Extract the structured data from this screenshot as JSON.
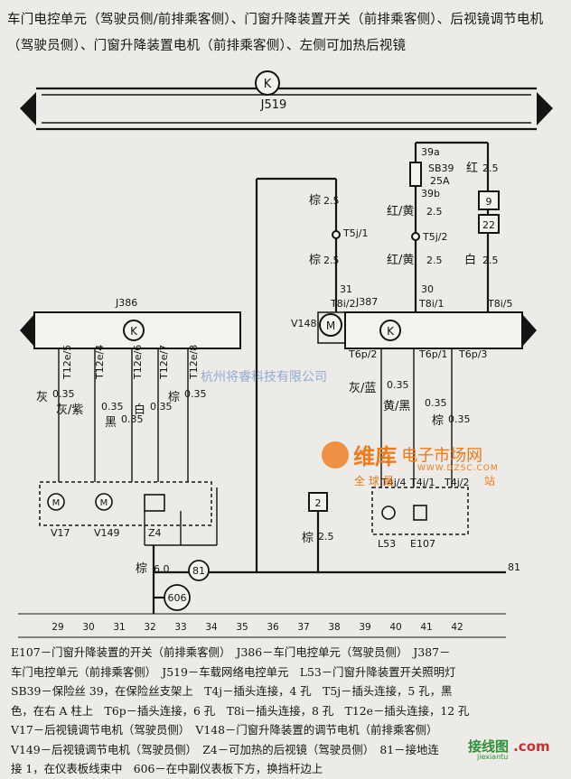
{
  "title": "车门电控单元（驾驶员侧/前排乘客侧）、门窗升降装置开关（前排乘客侧）、后视镜调节电机（驾驶员侧）、门窗升降装置电机（前排乘客侧）、左侧可加热后视镜",
  "bus": {
    "marker": "K",
    "label": "J519"
  },
  "modules": {
    "j386": "J386",
    "j387": "J387",
    "k_marker": "K"
  },
  "fuse": {
    "id_top": "39a",
    "name": "SB39",
    "rating": "25A",
    "id_bottom": "39b"
  },
  "boxes": {
    "box_a": "9",
    "box_b": "22",
    "box_c": "2"
  },
  "wires": {
    "left_brown_1": "棕",
    "left_brown_1_size": "2.5",
    "t5j1": "T5j/1",
    "left_brown_2": "棕",
    "left_brown_2_size": "2.5",
    "t8i2": "T8i/2",
    "t8i2_num": "31",
    "mid_red_yellow_1": "红/黄",
    "mid_red_yellow_1_size": "2.5",
    "t5j2": "T5j/2",
    "mid_red_yellow_2": "红/黄",
    "mid_red_yellow_2_size": "2.5",
    "mid_num": "30",
    "t8i1": "T8i/1",
    "right_red": "红",
    "right_red_size": "2.5",
    "right_white": "白",
    "right_white_size": "2.5",
    "t8i5": "T8i/5",
    "gray": "灰",
    "gray_size": "0.35",
    "gray_purple": "灰/紫",
    "gray_purple_size": "0.35",
    "black": "黑",
    "black_size": "0.35",
    "white": "白",
    "white_size": "0.35",
    "brown": "棕",
    "brown_size": "0.35",
    "t12e5": "T12e/5",
    "t12e4": "T12e/4",
    "t12e6": "T12e/6",
    "t12e7": "T12e/7",
    "t12e8": "T12e/8",
    "t6p2": "T6p/2",
    "t6p1": "T6p/1",
    "t6p3": "T6p/3",
    "gray_blue": "灰/蓝",
    "gray_blue_size": "0.35",
    "yellow_black": "黄/黑",
    "yellow_black_size": "0.35",
    "brown_r": "棕",
    "brown_r_size": "0.35",
    "t4j4": "T4j/4",
    "t4j1": "T4j/1",
    "t4j2": "T4j/2",
    "brown_ground": "棕",
    "brown_ground_size": "2.5",
    "brown_main": "棕",
    "brown_main_size": "6.0",
    "ground_81": "81",
    "ground_606": "606",
    "right_81": "81"
  },
  "components": {
    "v148": "V148",
    "v17": "V17",
    "v149": "V149",
    "z4": "Z4",
    "l53": "L53",
    "e107": "E107",
    "motor": "M"
  },
  "ruler": [
    "29",
    "30",
    "31",
    "32",
    "33",
    "34",
    "35",
    "36",
    "37",
    "38",
    "39",
    "40",
    "41",
    "42"
  ],
  "legend": {
    "lines": [
      "E107－门窗升降装置的开关（前排乘客侧）　J386－车门电控单元（驾驶员侧）　J387－",
      "车门电控单元（前排乘客侧）　J519－车载网络电控单元　L53－门窗升降装置开关照明灯",
      "SB39－保险丝 39，在保险丝支架上　T4j－插头连接，4 孔　T5j－插头连接，5 孔，黑",
      "色，在右 A 柱上　T6p－插头连接，6 孔　T8i－插头连接，8 孔　T12e－插头连接，12 孔",
      "V17－后视镜调节电机（驾驶员侧）　V148－门窗升降装置的调节电机（前排乘客侧）",
      "V149－后视镜调节电机（驾驶员侧）　Z4－可加热的后视镜（驾驶员侧）　81－接地连",
      "接 1，在仪表板线束中　606－在中副仪表板下方，换挡杆边上"
    ]
  },
  "watermarks": {
    "left": "杭州将睿科技有限公司",
    "brand": "维库",
    "brand_sub": "电子市场网",
    "site": "WWW.DZSC.COM",
    "global": "全球最",
    "station": "站",
    "corner": "接线图",
    "corner_dot": ".com",
    "corner_url": "jiexiantu"
  },
  "colors": {
    "ink": "#141414",
    "paper": "#ecebe7",
    "watermark": "#f07a1a",
    "watermark_blue": "#6f8fc9"
  }
}
